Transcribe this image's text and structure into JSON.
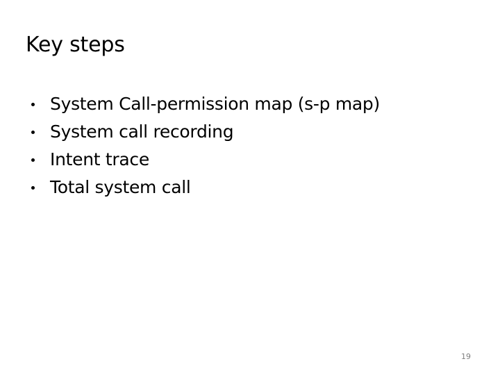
{
  "slide": {
    "title": "Key steps",
    "background_color": "#ffffff",
    "text_color": "#000000",
    "bullets": [
      {
        "marker": "bullet-dot",
        "text": "System Call-permission map (s-p map)"
      },
      {
        "marker": "bullet-dot",
        "text": "System call recording"
      },
      {
        "marker": "bullet-dot",
        "text": "Intent trace"
      },
      {
        "marker": "bullet-dot",
        "text": "Total system call"
      }
    ],
    "page_number": "19",
    "page_number_color": "#808080"
  }
}
